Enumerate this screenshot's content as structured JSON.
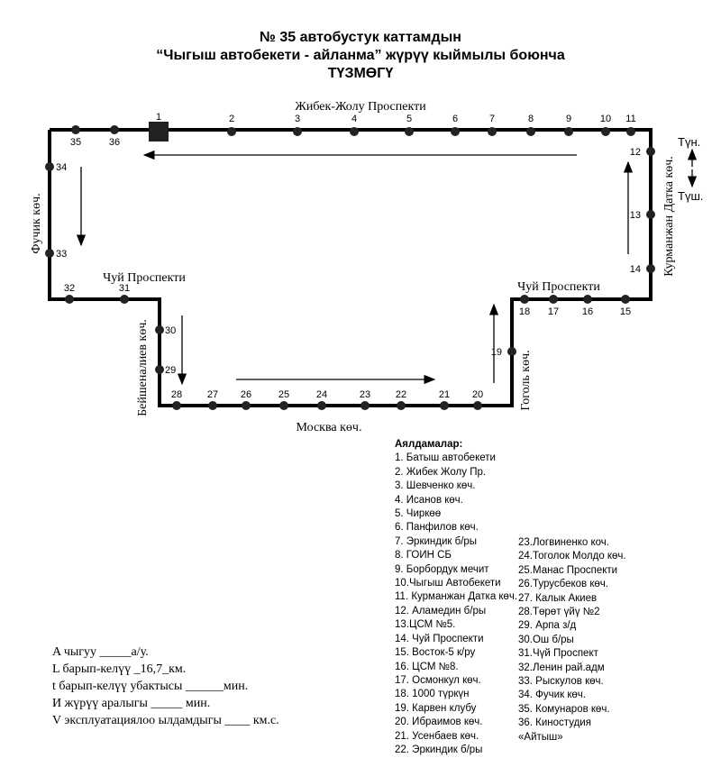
{
  "title": {
    "line1": "№ 35 автобустук каттамдын",
    "line2": "“Чыгыш автобекети - айланма” жүрүү кыймылы боюнча",
    "line3": "ТҮЗМӨГҮ"
  },
  "streets": {
    "top": "Жибек-Жолу Проспекти",
    "left": "Фучик көч.",
    "chuy_left": "Чуй Проспекти",
    "beishenaliev": "Бейшеналиев көч.",
    "moskva": "Москва көч.",
    "gogol": "Гоголь көч.",
    "chuy_right": "Чуй Проспекти",
    "kurmanjan": "Курманжан Датка көч."
  },
  "direction": {
    "up": "Түн.",
    "down": "Түш."
  },
  "stops": [
    "1",
    "2",
    "3",
    "4",
    "5",
    "6",
    "7",
    "8",
    "9",
    "10",
    "11",
    "12",
    "13",
    "14",
    "15",
    "16",
    "17",
    "18",
    "19",
    "20",
    "21",
    "22",
    "23",
    "24",
    "25",
    "26",
    "27",
    "28",
    "29",
    "30",
    "31",
    "32",
    "33",
    "34",
    "35",
    "36"
  ],
  "legend": {
    "heading": "Аялдамалар:",
    "col1": [
      "1. Батыш автобекети",
      "2. Жибек Жолу Пр.",
      "3. Шевченко көч.",
      "4. Исанов көч.",
      "5. Чиркөө",
      "6. Панфилов көч.",
      "7. Эркиндик б/ры",
      "8. ГОИН СБ",
      "9. Борбордук мечит",
      "10.Чыгыш Автобекети",
      "11. Курманжан Датка көч.",
      "12. Аламедин б/ры",
      "13.ЦСМ №5.",
      "14. Чуй Проспекти",
      "15. Восток-5 к/ру",
      "16. ЦСМ №8.",
      "17. Осмонкул көч.",
      "18. 1000 түркүн",
      "19. Карвен клубу",
      "20. Ибраимов көч.",
      "21. Усенбаев көч.",
      "22. Эркиндик б/ры"
    ],
    "col2": [
      "23.Логвиненко коч.",
      "24.Тоголок Молдо көч.",
      "25.Манас Проспекти",
      "26.Турусбеков көч.",
      "27. Калык Акиев",
      "28.Төрөт үйү №2",
      "29. Арпа з/д",
      "30.Ош б/ры",
      "31.Чүй Проспект",
      "32.Ленин рай.адм",
      "33. Рыскулов көч.",
      "34. Фучик көч.",
      "35. Комунаров көч.",
      "36. Киностудия",
      "«Айтыш»"
    ]
  },
  "params": [
    "A чыгуу   _____а/у.",
    "L барып-келүү   _16,7_км.",
    "t барып-келүү убактысы ______мин.",
    "И жүрүү аралыгы  _____   мин.",
    "V эксплуатациялоо ылдамдыгы ____  км.с."
  ]
}
